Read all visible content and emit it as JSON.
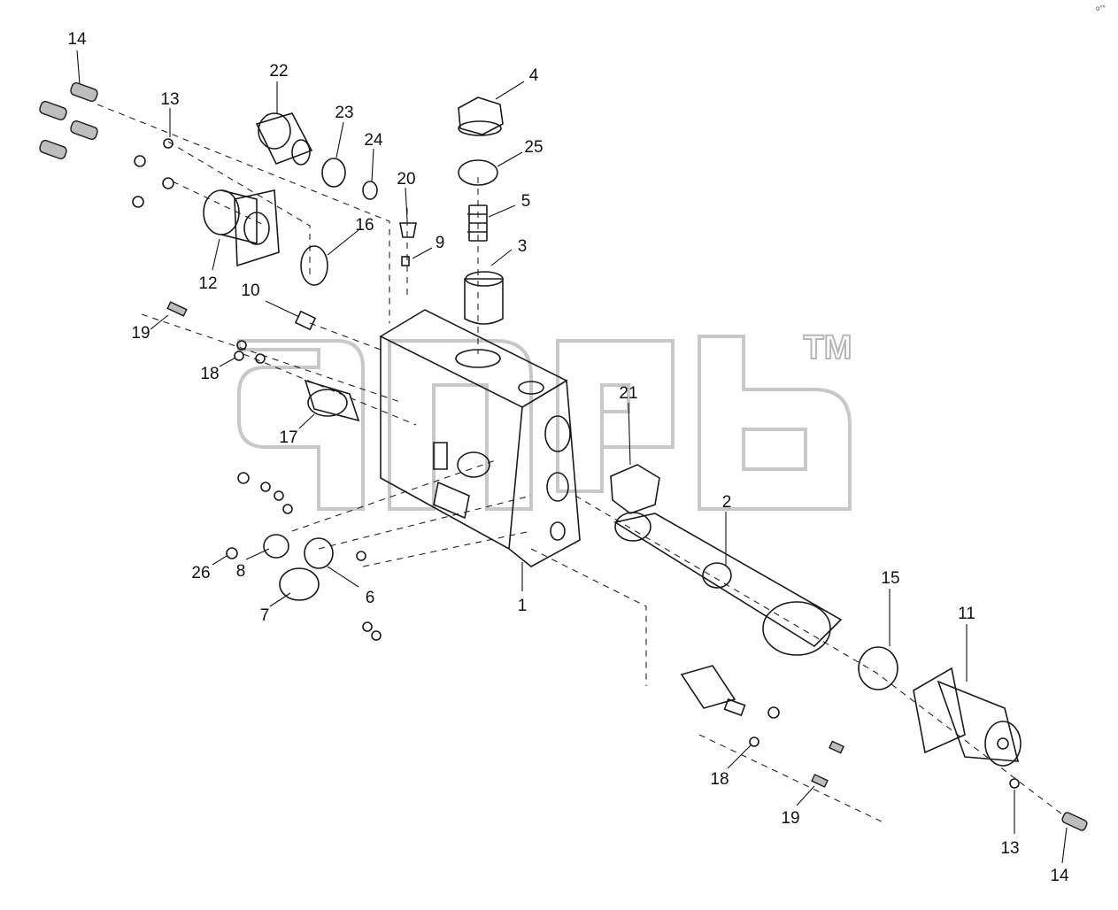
{
  "watermark": {
    "tm": "TM"
  },
  "corner_mark": "o°°",
  "labels": [
    {
      "id": "l14a",
      "text": "14"
    },
    {
      "id": "l13a",
      "text": "13"
    },
    {
      "id": "l22",
      "text": "22"
    },
    {
      "id": "l23",
      "text": "23"
    },
    {
      "id": "l24",
      "text": "24"
    },
    {
      "id": "l4",
      "text": "4"
    },
    {
      "id": "l25",
      "text": "25"
    },
    {
      "id": "l5",
      "text": "5"
    },
    {
      "id": "l20",
      "text": "20"
    },
    {
      "id": "l9",
      "text": "9"
    },
    {
      "id": "l3",
      "text": "3"
    },
    {
      "id": "l16",
      "text": "16"
    },
    {
      "id": "l12",
      "text": "12"
    },
    {
      "id": "l10",
      "text": "10"
    },
    {
      "id": "l19a",
      "text": "19"
    },
    {
      "id": "l18a",
      "text": "18"
    },
    {
      "id": "l17",
      "text": "17"
    },
    {
      "id": "l21",
      "text": "21"
    },
    {
      "id": "l2",
      "text": "2"
    },
    {
      "id": "l26",
      "text": "26"
    },
    {
      "id": "l8",
      "text": "8"
    },
    {
      "id": "l6",
      "text": "6"
    },
    {
      "id": "l7",
      "text": "7"
    },
    {
      "id": "l1",
      "text": "1"
    },
    {
      "id": "l15",
      "text": "15"
    },
    {
      "id": "l11",
      "text": "11"
    },
    {
      "id": "l18b",
      "text": "18"
    },
    {
      "id": "l19b",
      "text": "19"
    },
    {
      "id": "l13b",
      "text": "13"
    },
    {
      "id": "l14b",
      "text": "14"
    }
  ]
}
